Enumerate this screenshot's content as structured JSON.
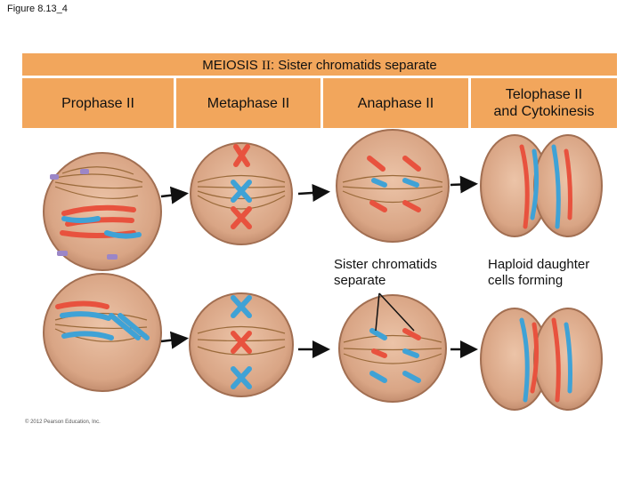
{
  "figure_label": "Figure 8.13_4",
  "banner": {
    "lead": "MEIOSIS",
    "numeral": "II",
    "rest": ": Sister chromatids separate"
  },
  "phases": [
    {
      "name": "Prophase II"
    },
    {
      "name": "Metaphase II"
    },
    {
      "name": "Anaphase II"
    },
    {
      "name": "Telophase II\nand Cytokinesis"
    }
  ],
  "captions": {
    "anaphase": "Sister chromatids\nseparate",
    "telophase": "Haploid daughter\ncells forming"
  },
  "copyright": "© 2012 Pearson Education, Inc.",
  "colors": {
    "banner": "#f2a65c",
    "cell_fill": "#d9a585",
    "cell_edge": "#a26f52",
    "spindle": "#9a6a3a",
    "chromosome_red": "#e8523e",
    "chromosome_blue": "#3fa2d6",
    "centriole": "#9b86c7"
  }
}
